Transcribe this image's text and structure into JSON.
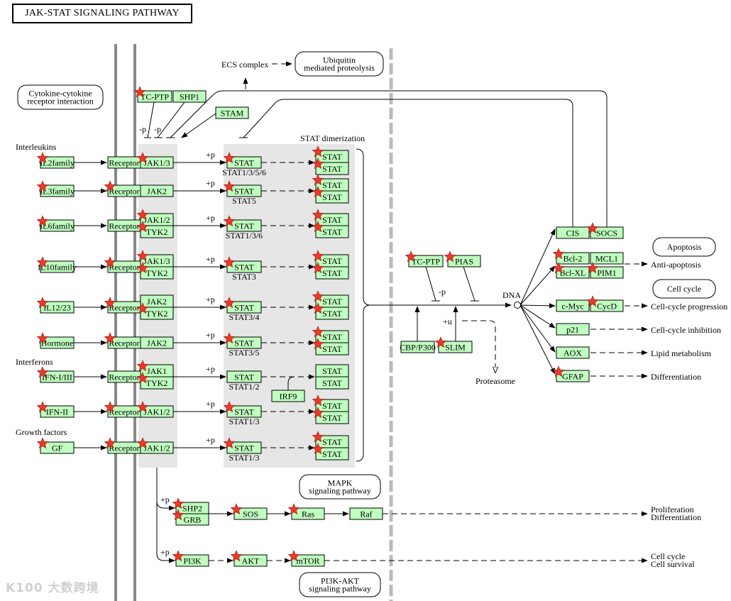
{
  "title": "JAK-STAT SIGNALING PATHWAY",
  "watermark": "K100 大数跨境",
  "pathway_links": {
    "cytokine": [
      "Cytokine-cytokine",
      "receptor interaction"
    ],
    "ubiquitin": [
      "Ubiquitin",
      "mediated proteolysis"
    ],
    "apoptosis": [
      "Apoptosis"
    ],
    "cell_cycle": [
      "Cell cycle"
    ],
    "mapk": [
      "MAPK",
      "signaling pathway"
    ],
    "pi3k": [
      "PI3K-AKT",
      "signaling pathway"
    ]
  },
  "labels": {
    "interleukins": "Interleukins",
    "interferons": "Interferons",
    "growth_factors": "Growth factors",
    "ecs_complex": "ECS complex",
    "stat_dimerization": "STAT dimerization",
    "dna": "DNA",
    "proteasome": "Proteasome",
    "minus_p": "-p",
    "plus_p": "+p",
    "plus_u": "+u",
    "anti_apoptosis": "Anti-apoptosis",
    "cc_progression": "Cell-cycle progression",
    "cc_inhibition": "Cell-cycle inhibition",
    "lipid": "Lipid metabolism",
    "differentiation": "Differentiation",
    "prolif1": "Proliferation",
    "prolif2": "Differentiation",
    "survival1": "Cell cycle",
    "survival2": "Cell survival"
  },
  "rows": [
    {
      "ligand": "IL2family",
      "ligand_star": true,
      "receptor": "Receptor",
      "receptor_star": false,
      "jak": [
        "JAK1/3"
      ],
      "jak_star": [
        true
      ],
      "stat": "STAT",
      "stat_name": "STAT1/3/5/6",
      "stat_star": true,
      "dimer_star": true
    },
    {
      "ligand": "IL3family",
      "ligand_star": true,
      "receptor": "Receptor",
      "receptor_star": true,
      "jak": [
        "JAK2"
      ],
      "jak_star": [
        false
      ],
      "stat": "STAT",
      "stat_name": "STAT5",
      "stat_star": true,
      "dimer_star": true
    },
    {
      "ligand": "IL6family",
      "ligand_star": true,
      "receptor": "Receptor",
      "receptor_star": false,
      "jak": [
        "JAK1/2",
        "TYK2"
      ],
      "jak_star": [
        true,
        true
      ],
      "stat": "STAT",
      "stat_name": "STAT1/3/6",
      "stat_star": true,
      "dimer_star": true
    },
    {
      "ligand": "IL10family",
      "ligand_star": true,
      "receptor": "Receptor",
      "receptor_star": true,
      "jak": [
        "JAK1/3",
        "TYK2"
      ],
      "jak_star": [
        true,
        true
      ],
      "stat": "STAT",
      "stat_name": "STAT3",
      "stat_star": true,
      "dimer_star": true
    },
    {
      "ligand": "IL12/23",
      "ligand_star": true,
      "receptor": "Receptor",
      "receptor_star": true,
      "jak": [
        "JAK2",
        "TYK2"
      ],
      "jak_star": [
        false,
        true
      ],
      "stat": "STAT",
      "stat_name": "STAT3/4",
      "stat_star": true,
      "dimer_star": true
    },
    {
      "ligand": "Hormone",
      "ligand_star": true,
      "receptor": "Receptor",
      "receptor_star": true,
      "jak": [
        "JAK2"
      ],
      "jak_star": [
        false
      ],
      "stat": "STAT",
      "stat_name": "STAT3/5",
      "stat_star": true,
      "dimer_star": true
    },
    {
      "ligand": "IFN-I/III",
      "ligand_star": true,
      "receptor": "Receptor",
      "receptor_star": false,
      "jak": [
        "JAK1",
        "TYK2"
      ],
      "jak_star": [
        true,
        true
      ],
      "stat": "STAT",
      "stat_name": "STAT1/2",
      "stat_star": false,
      "dimer_star": false
    },
    {
      "ligand": "IFN-II",
      "ligand_star": true,
      "receptor": "Receptor",
      "receptor_star": true,
      "jak": [
        "JAK1/2"
      ],
      "jak_star": [
        true
      ],
      "stat": "STAT",
      "stat_name": "STAT1/3",
      "stat_star": true,
      "dimer_star": true
    },
    {
      "ligand": "GF",
      "ligand_star": true,
      "receptor": "Receptor",
      "receptor_star": true,
      "jak": [
        "JAK1/2"
      ],
      "jak_star": [
        true
      ],
      "stat": "STAT",
      "stat_name": "STAT1/3",
      "stat_star": true,
      "dimer_star": true
    }
  ],
  "regulators": {
    "tcptp_top": "TC-PTP",
    "shp1": "SHP1",
    "stam": "STAM",
    "irf9": "IRF9",
    "tcptp_mid": "TC-PTP",
    "pias": "PIAS",
    "cbp": "CBP/P300",
    "slim": "SLIM"
  },
  "targets": {
    "cis": "CIS",
    "socs": "SOCS",
    "bcl2": "Bcl-2",
    "mcl1": "MCL1",
    "bclxl": "Bcl-XL",
    "pim1": "PIM1",
    "cmyc": "c-Myc",
    "cycd": "CycD",
    "p21": "p21",
    "aox": "AOX",
    "gfap": "GFAP"
  },
  "downstream": {
    "shp2": "SHP2",
    "grb": "GRB",
    "sos": "SOS",
    "ras": "Ras",
    "raf": "Raf",
    "pi3k": "PI3K",
    "akt": "AKT",
    "mtor": "mTOR"
  }
}
